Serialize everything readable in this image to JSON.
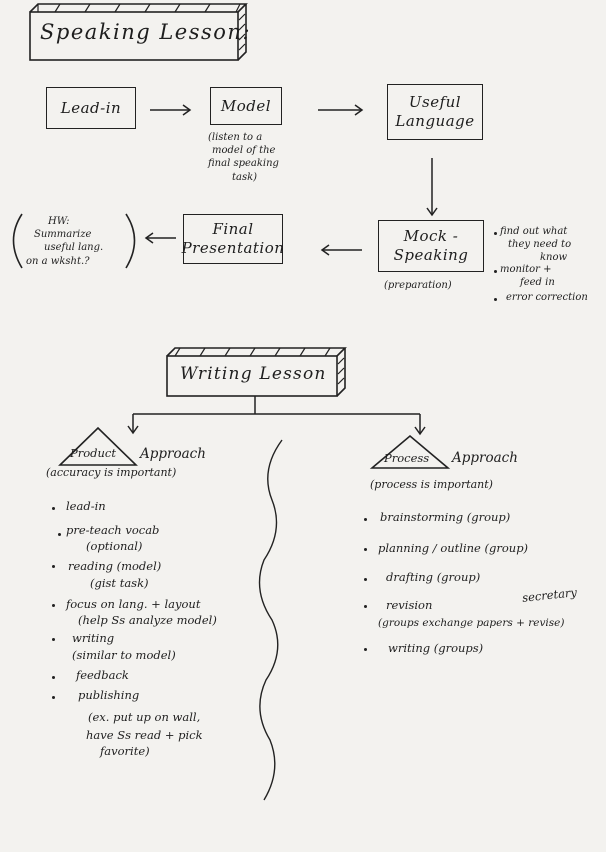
{
  "speaking": {
    "title": "Speaking Lesson:",
    "nodes": {
      "lead_in": "Lead-in",
      "model": "Model",
      "useful_language": [
        "Useful",
        "Language"
      ],
      "mock_speaking": [
        "Mock -",
        "Speaking"
      ],
      "final_presentation": [
        "Final",
        "Presentation"
      ]
    },
    "model_note": [
      "(listen to a",
      "model of the",
      "final speaking",
      "task)"
    ],
    "mock_note": "(preparation)",
    "hw_note": [
      "HW:",
      "Summarize",
      "useful lang.",
      "on a wksht.?"
    ],
    "mock_bullets": [
      [
        "find out what",
        "they need to",
        "know"
      ],
      [
        "monitor +",
        "feed in"
      ],
      [
        "error correction"
      ]
    ]
  },
  "writing": {
    "title": "Writing Lesson",
    "product": {
      "label": "Product",
      "label_suffix": "Approach",
      "note": "(accuracy is important)",
      "steps": [
        [
          "lead-in"
        ],
        [
          "pre-teach vocab",
          "(optional)"
        ],
        [
          "reading (model)",
          "(gist task)"
        ],
        [
          "focus on lang. + layout",
          "(help Ss analyze model)"
        ],
        [
          "writing",
          "(similar to model)"
        ],
        [
          "feedback"
        ],
        [
          "publishing",
          "(ex. put up on wall,",
          "have Ss read + pick",
          "favorite)"
        ]
      ]
    },
    "process": {
      "label": "Process",
      "label_suffix": "Approach",
      "note": "(process is important)",
      "steps": [
        [
          "brainstorming (group)"
        ],
        [
          "planning / outline (group)"
        ],
        [
          "drafting (group)",
          "secretary"
        ],
        [
          "revision",
          "(groups exchange papers + revise)"
        ],
        [
          "writing (groups)"
        ]
      ]
    }
  }
}
